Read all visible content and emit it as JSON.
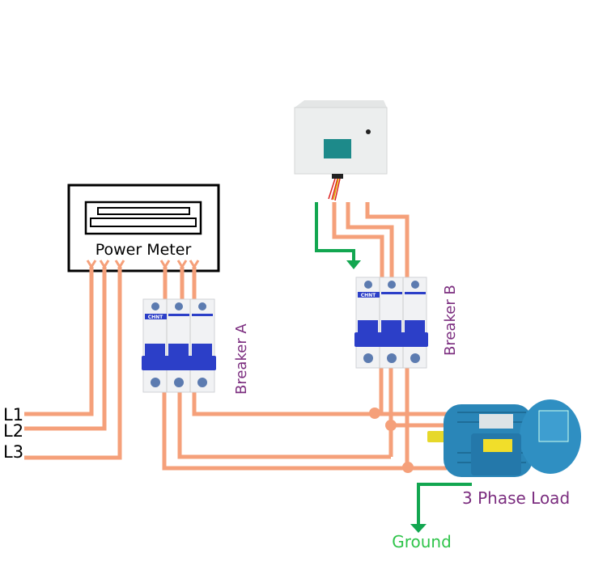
{
  "labels": {
    "power_meter": "Power Meter",
    "breaker_a": "Breaker A",
    "breaker_b": "Breaker B",
    "load": "3 Phase Load",
    "ground": "Ground",
    "l1": "L1",
    "l2": "L2",
    "l3": "L3"
  },
  "breaker_brand": "CHNT",
  "colors": {
    "wire": "#f5a07a",
    "ground_wire": "#12a650",
    "label_purple": "#7b2d7f",
    "ground_text": "#2fc44a",
    "breaker_blue": "#2c3fc8",
    "motor_blue": "#2a86b8"
  }
}
